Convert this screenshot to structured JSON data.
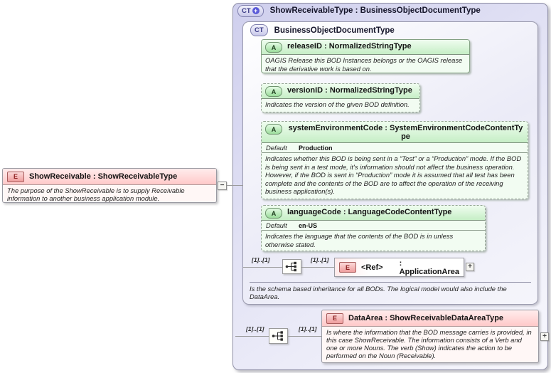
{
  "palette": {
    "element_accent": "#ffc9c9",
    "attribute_accent": "#c6eec6",
    "complex_type_accent": "#d6d6f0",
    "border_gray": "#9a9a9a"
  },
  "root_element": {
    "badge_text": "E",
    "title": "ShowReceivable : ShowReceivableType",
    "description": "The purpose of the ShowReceivable is to supply Receivable information to another business application module."
  },
  "collapse_handle": "−",
  "outer_type": {
    "badge_text": "CT",
    "badge_plus": "+",
    "title": "ShowReceivableType : BusinessObjectDocumentType"
  },
  "inner_type": {
    "badge_text": "CT",
    "title": "BusinessObjectDocumentType",
    "annotation": "Is the schema based inheritance for all BODs. The logical model would also include the DataArea."
  },
  "attributes": [
    {
      "badge_text": "A",
      "title": "releaseID : NormalizedStringType",
      "description": "OAGIS Release this BOD Instances belongs or the OAGIS release that the derivative work is based on."
    },
    {
      "badge_text": "A",
      "title": "versionID : NormalizedStringType",
      "description": "Indicates the version of the given BOD definition."
    },
    {
      "badge_text": "A",
      "title": "systemEnvironmentCode : SystemEnvironmentCodeContentType",
      "default_label": "Default",
      "default_value": "Production",
      "description": "Indicates whether this BOD is being sent in a “Test” or a “Production” mode. If the BOD is being sent in a test mode, it's information should not affect the business operation. However, if the BOD is sent in “Production” mode it is assumed that all test has been complete and the contents of the BOD are to affect the operation of the receiving business application(s)."
    },
    {
      "badge_text": "A",
      "title": "languageCode : LanguageCodeContentType",
      "default_label": "Default",
      "default_value": "en-US",
      "description": "Indicates the language that the contents of the BOD is in unless otherwise stated."
    }
  ],
  "ref_row": {
    "multiplicity_left": "[1]..[1]",
    "multiplicity_right": "[1]..[1]",
    "badge_text": "E",
    "name": "<Ref>",
    "type": ": ApplicationArea",
    "expander": "+"
  },
  "data_area_row": {
    "multiplicity_left": "[1]..[1]",
    "multiplicity_right": "[1]..[1]",
    "badge_text": "E",
    "title": "DataArea : ShowReceivableDataAreaType",
    "description": "Is where the information that the BOD message carries is provided, in this case ShowReceivable. The information consists of a Verb and one or more Nouns. The verb (Show) indicates the action to be performed on the Noun (Receivable).",
    "expander": "+"
  }
}
